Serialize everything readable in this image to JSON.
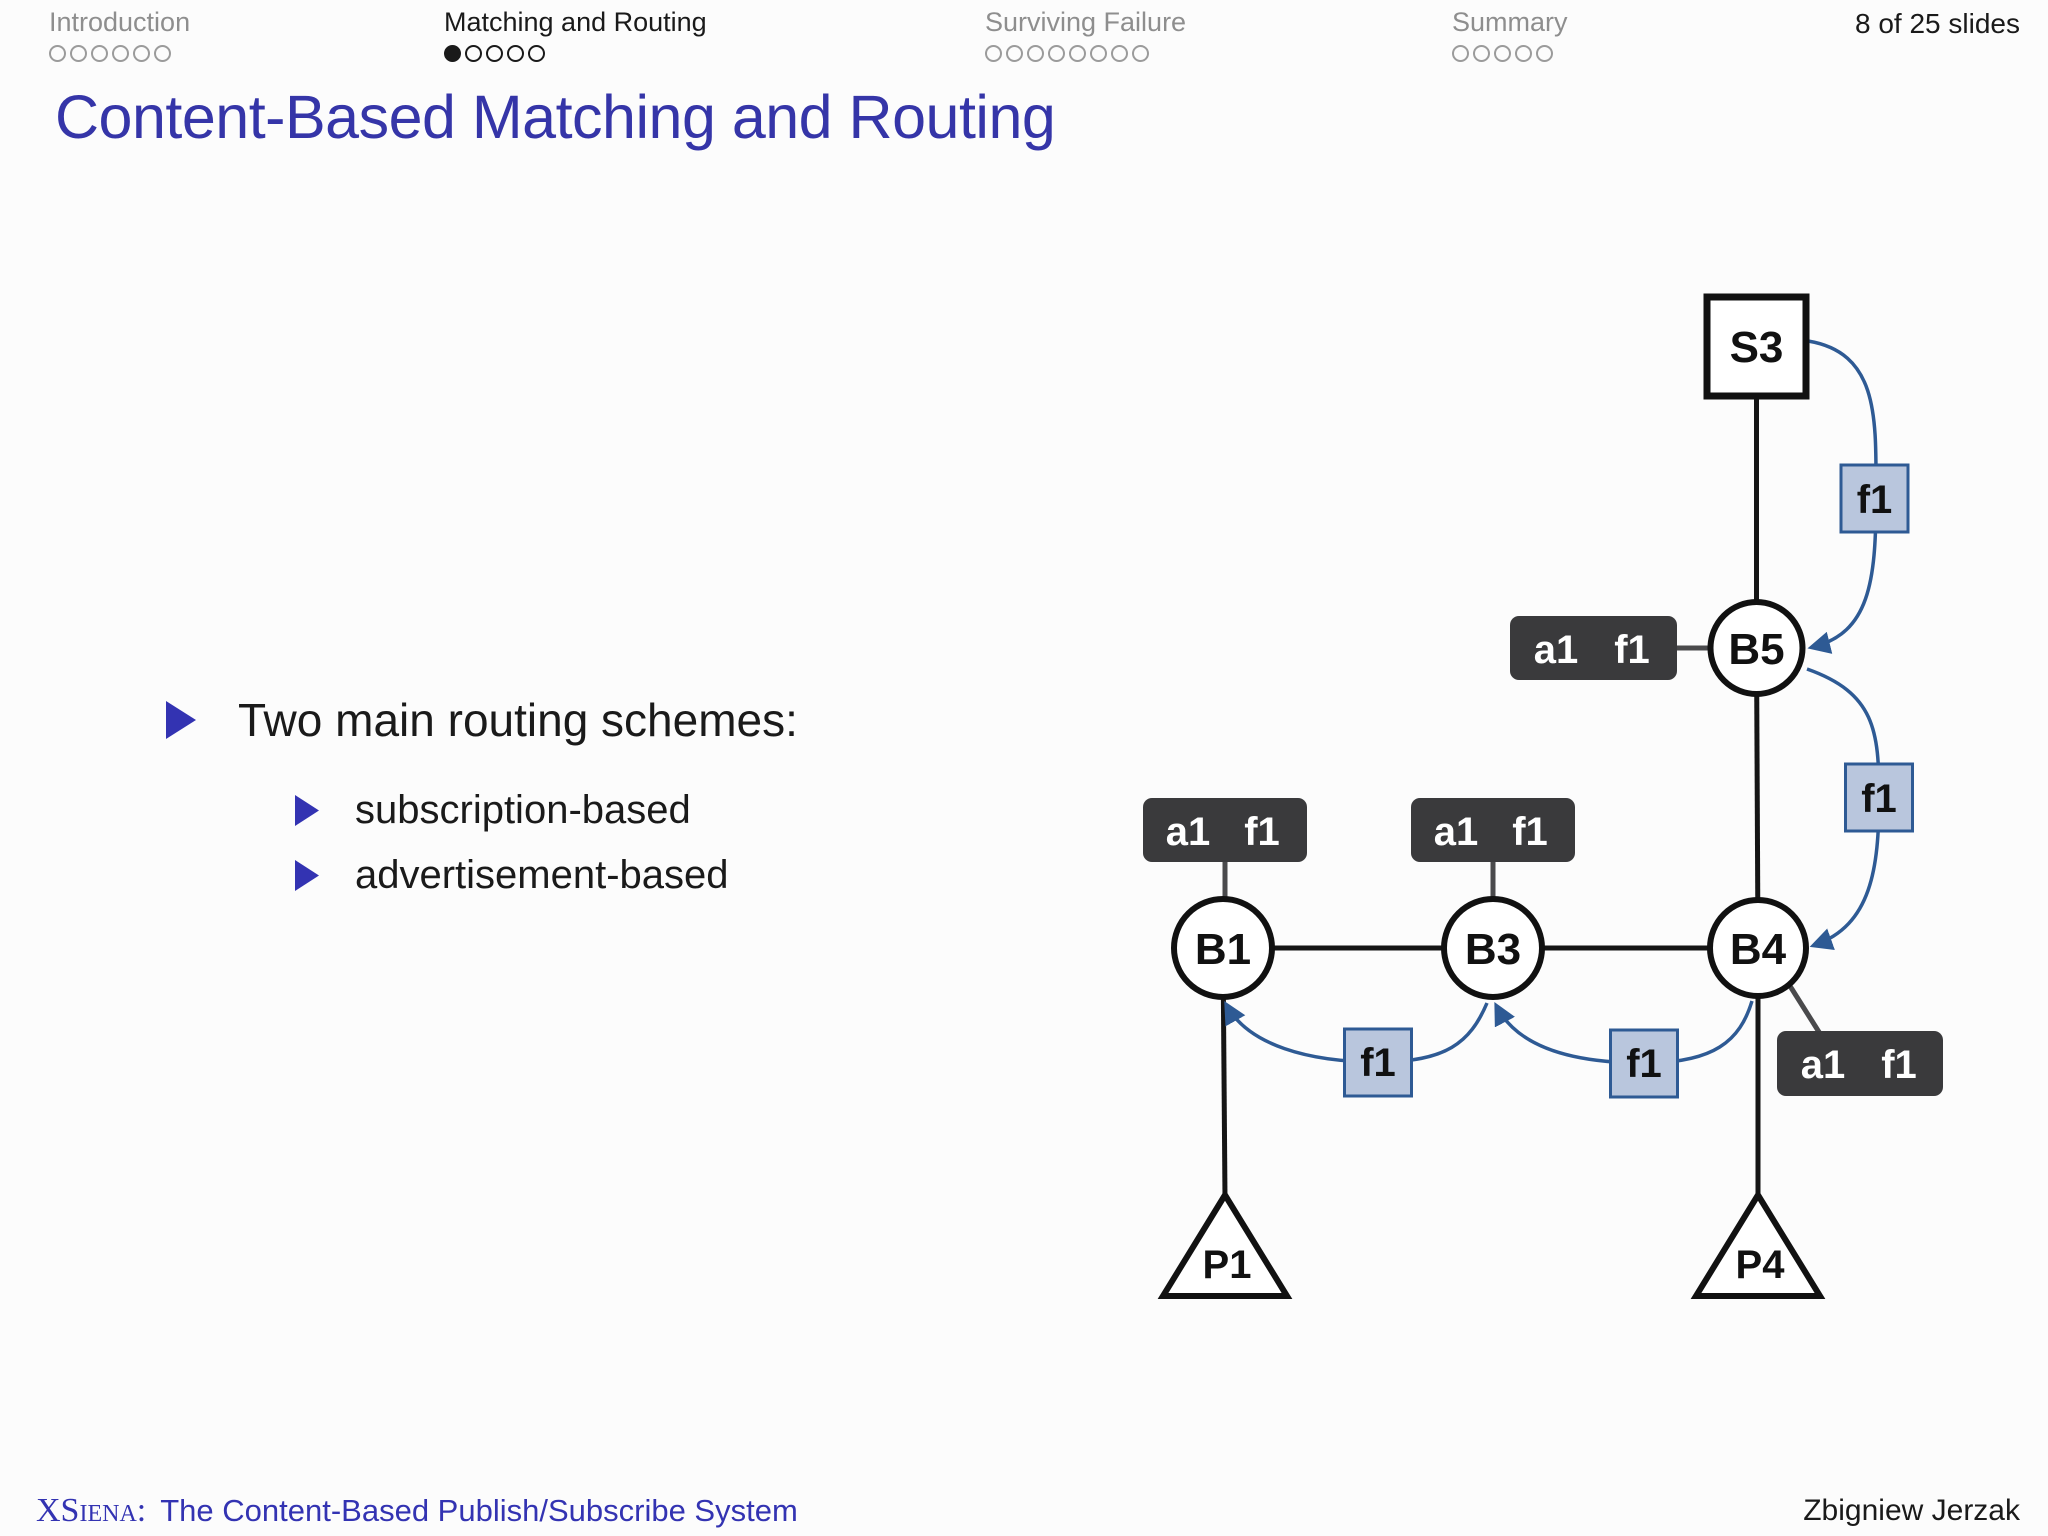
{
  "colors": {
    "title_blue": "#3535A8",
    "accent_blue": "#3333B2",
    "nav_inactive": "#8E8E8E",
    "nav_active": "#1A1A1A",
    "text_black": "#1A1A1A",
    "arrow_blue": "#2E5A94",
    "filter_box_fill": "#B9C6DD",
    "routing_box_dark": "#3A3A3C",
    "connector_gray": "#4A4A4C"
  },
  "header": {
    "sections": [
      {
        "label": "Introduction",
        "dots_total": 6,
        "dots_filled": 0,
        "active": false
      },
      {
        "label": "Matching and Routing",
        "dots_total": 5,
        "dots_filled": 1,
        "active": true
      },
      {
        "label": "Surviving Failure",
        "dots_total": 8,
        "dots_filled": 0,
        "active": false
      },
      {
        "label": "Summary",
        "dots_total": 5,
        "dots_filled": 0,
        "active": false
      }
    ],
    "slide_counter": "8 of 25 slides"
  },
  "title": "Content-Based Matching and Routing",
  "bullets": {
    "main": "Two main routing schemes:",
    "sub": [
      "subscription-based",
      "advertisement-based"
    ]
  },
  "diagram": {
    "nodes": {
      "S3": {
        "label": "S3",
        "shape": "square",
        "type": "subscriber"
      },
      "B5": {
        "label": "B5",
        "shape": "circle",
        "type": "broker"
      },
      "B1": {
        "label": "B1",
        "shape": "circle",
        "type": "broker"
      },
      "B3": {
        "label": "B3",
        "shape": "circle",
        "type": "broker"
      },
      "B4": {
        "label": "B4",
        "shape": "circle",
        "type": "broker"
      },
      "P1": {
        "label": "P1",
        "shape": "triangle",
        "type": "publisher"
      },
      "P4": {
        "label": "P4",
        "shape": "triangle",
        "type": "publisher"
      }
    },
    "routing_tables": [
      {
        "at": "B1",
        "entries": [
          "a1",
          "f1"
        ]
      },
      {
        "at": "B3",
        "entries": [
          "a1",
          "f1"
        ]
      },
      {
        "at": "B5",
        "entries": [
          "a1",
          "f1"
        ]
      },
      {
        "at": "B4",
        "entries": [
          "a1",
          "f1"
        ]
      }
    ],
    "subscription_labels": [
      {
        "edge": "S3-B5",
        "text": "f1"
      },
      {
        "edge": "B5-B4",
        "text": "f1"
      },
      {
        "edge": "B4-B3",
        "text": "f1"
      },
      {
        "edge": "B3-B1",
        "text": "f1"
      }
    ]
  },
  "footer": {
    "brand": "XSiena:",
    "subtitle": "The Content-Based Publish/Subscribe System",
    "author": "Zbigniew Jerzak"
  }
}
